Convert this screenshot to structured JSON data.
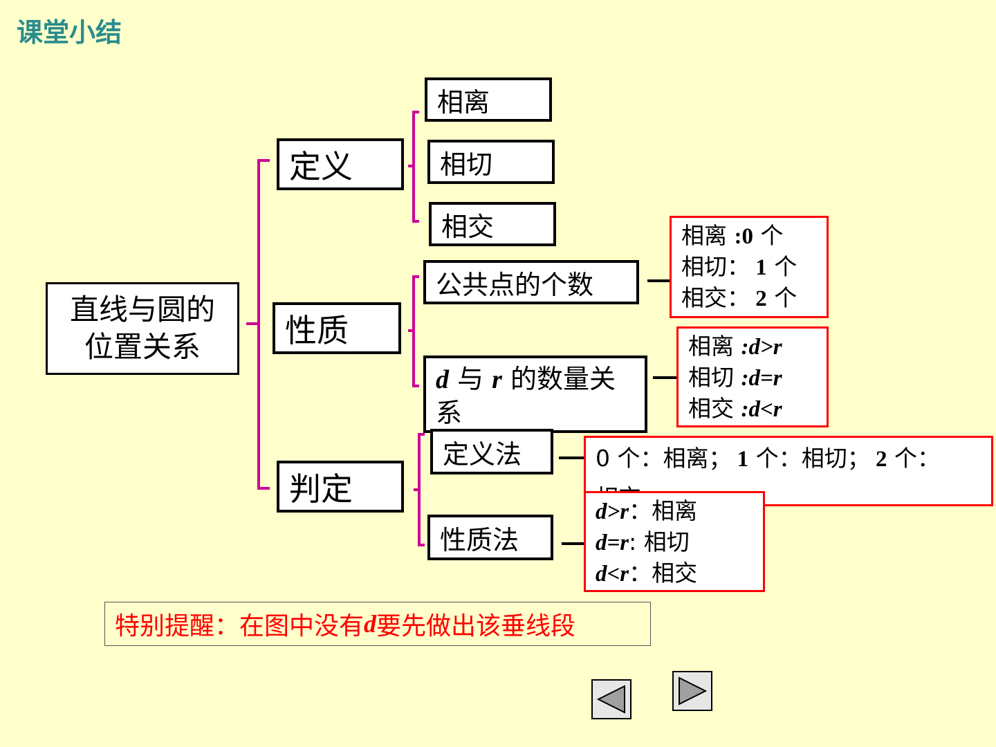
{
  "slide_title": "课堂小结",
  "root": {
    "line1": "直线与圆的",
    "line2": "位置关系"
  },
  "categories": {
    "definition": {
      "label": "定义",
      "items": [
        "相离",
        "相切",
        "相交"
      ]
    },
    "property": {
      "label": "性质",
      "common_points": {
        "label": "公共点的个数",
        "details": [
          {
            "name": "相离 ",
            "sep": ":",
            "value": "0",
            "unit": " 个"
          },
          {
            "name": "相切：",
            "sep": "",
            "value": " 1",
            "unit": " 个"
          },
          {
            "name": "相交：",
            "sep": "",
            "value": " 2",
            "unit": " 个"
          }
        ]
      },
      "quantity_relation": {
        "label_var1": "d",
        "label_mid": " 与 ",
        "label_var2": "r",
        "label_rest1": " 的数量关",
        "label_rest2": "系",
        "details": [
          {
            "name": "相离 ",
            "expr": ":d>r"
          },
          {
            "name": "相切 ",
            "expr": ":d=r"
          },
          {
            "name": "相交 ",
            "expr": ":d<r"
          }
        ]
      }
    },
    "judgement": {
      "label": "判定",
      "definition_method": {
        "label": "定义法",
        "detail_parts": [
          "0 个：相离；",
          " 1",
          " 个：相切；",
          " 2",
          " 个：",
          "相交"
        ]
      },
      "property_method": {
        "label": "性质法",
        "details": [
          {
            "expr": "d>r",
            "text": "：相离"
          },
          {
            "expr": "d=r",
            "text": ": 相切"
          },
          {
            "expr": "d<r",
            "text": "：相交"
          }
        ]
      }
    }
  },
  "reminder": {
    "pre": "特别提醒：在图中没有 ",
    "var": "d",
    "post": " 要先做出该垂线段"
  },
  "nav": {
    "prev_icon": "triangle-left-icon",
    "next_icon": "triangle-right-icon"
  },
  "colors": {
    "title": "#2a8c8c",
    "bracket": "#cc0099",
    "red_border": "#ff0000",
    "background": "#ffffcc"
  }
}
